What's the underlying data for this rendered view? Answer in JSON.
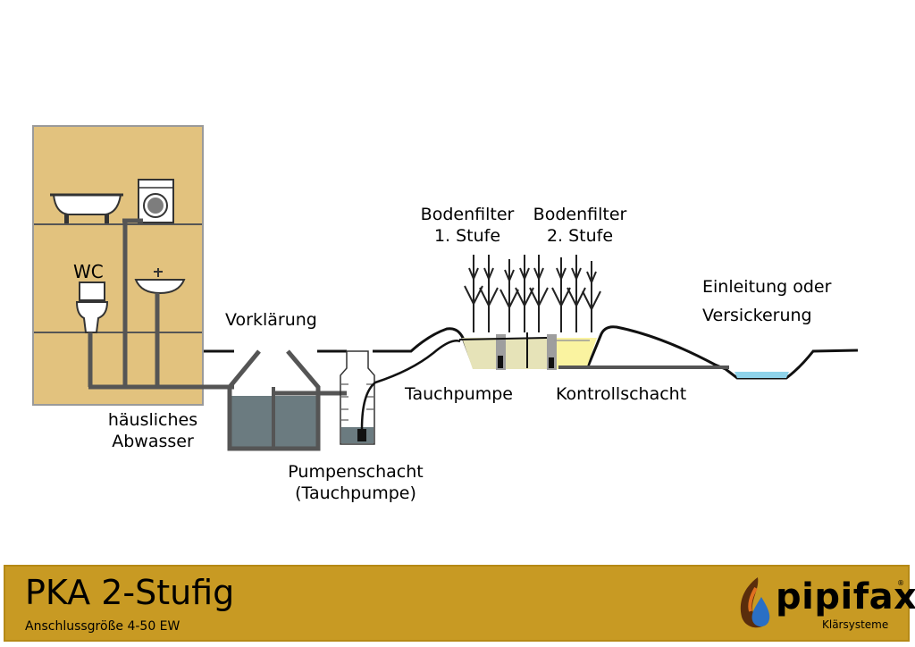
{
  "labels": {
    "wc": "WC",
    "haeusliches_abwasser": "häusliches\nAbwasser",
    "vorklaerung": "Vorklärung",
    "pumpenschacht": "Pumpenschacht\n(Tauchpumpe)",
    "tauchpumpe": "Tauchpumpe",
    "bodenfilter_1": "Bodenfilter\n1. Stufe",
    "bodenfilter_2": "Bodenfilter\n2. Stufe",
    "kontrollschacht": "Kontrollschacht",
    "einleitung_1": "Einleitung oder",
    "einleitung_2": "Versickerung"
  },
  "footer": {
    "title": "PKA 2-Stufig",
    "subtitle": "Anschlussgröße 4-50 EW",
    "brand": "pipifax",
    "brand_reg": "®",
    "brand_tagline": "Klärsysteme"
  },
  "colors": {
    "house": "#e2c27e",
    "pipe": "#555555",
    "water": "#6b7b80",
    "filter_1": "#e6e3b8",
    "filter_2": "#faf3a0",
    "stream": "#8fd3ea",
    "footer": "#c89a23"
  }
}
